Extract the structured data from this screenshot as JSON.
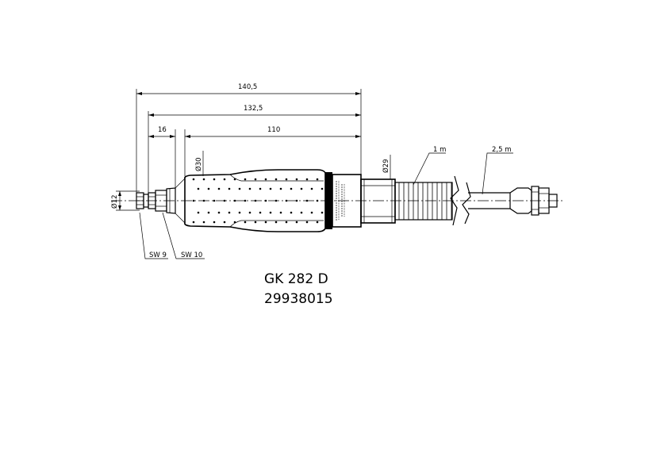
{
  "dimensions": {
    "overall_length": "140,5",
    "length_without_nose": "132,5",
    "nose_length": "16",
    "body_length": "110",
    "grip_diameter": "Ø30",
    "rear_diameter": "Ø29",
    "collet_diameter": "Ø12",
    "wrench_size_1": "SW 9",
    "wrench_size_2": "SW 10",
    "hose_length": "1 m",
    "supply_hose_length": "2,5 m"
  },
  "product": {
    "model": "GK 282 D",
    "part_number": "29938015"
  },
  "colors": {
    "line": "#000000",
    "band": "#000000",
    "background": "#ffffff"
  }
}
